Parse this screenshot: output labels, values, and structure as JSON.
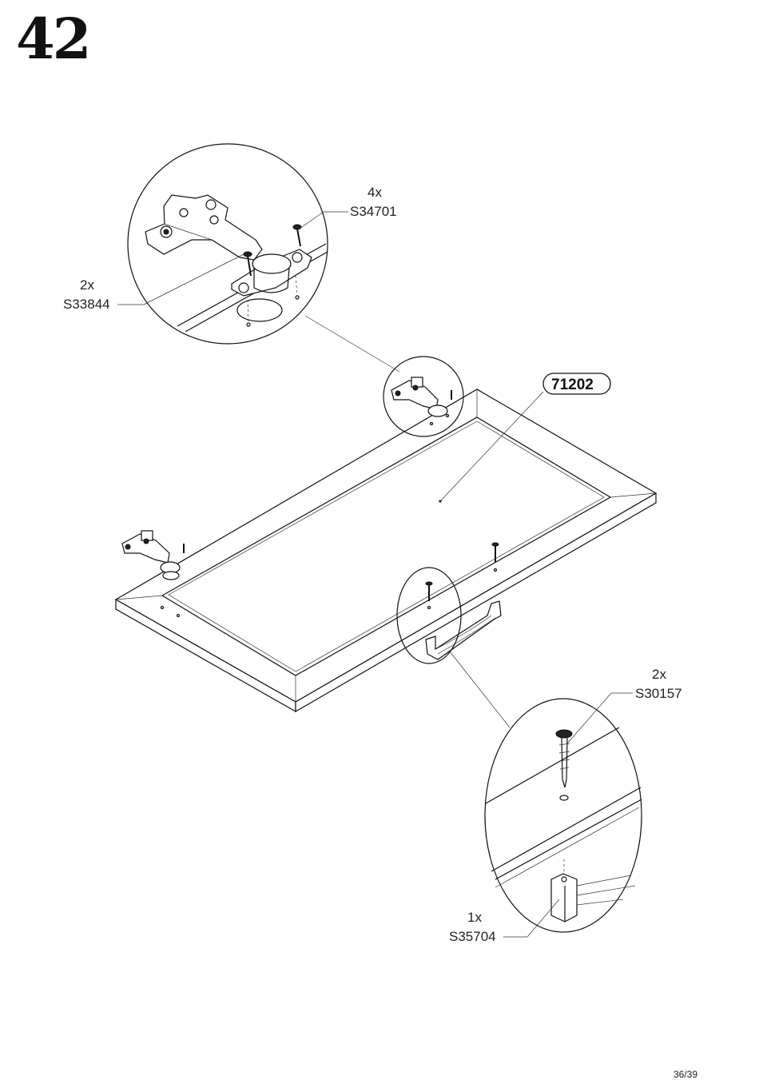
{
  "step": {
    "number": "42"
  },
  "panel": {
    "part_id": "71202"
  },
  "callouts": {
    "screws_top": {
      "qty": "4x",
      "code": "S34701"
    },
    "hinge": {
      "qty": "2x",
      "code": "S33844"
    },
    "screws_handle": {
      "qty": "2x",
      "code": "S30157"
    },
    "handle": {
      "qty": "1x",
      "code": "S35704"
    }
  },
  "footer": {
    "page": "36/39"
  }
}
